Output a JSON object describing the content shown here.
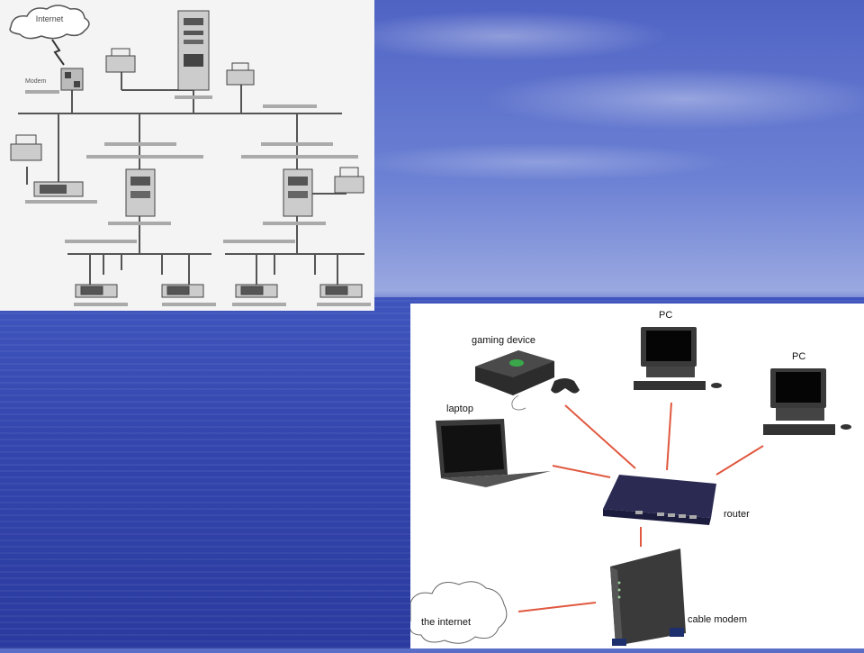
{
  "diagram_lan": {
    "cloud_label": "Internet",
    "modem_label": "Modem"
  },
  "diagram_home": {
    "labels": {
      "pc_top": "PC",
      "pc_right": "PC",
      "gaming": "gaming device",
      "laptop": "laptop",
      "router": "router",
      "internet": "the internet",
      "cable_modem": "cable modem"
    },
    "colors": {
      "link": "#e0583f"
    }
  }
}
